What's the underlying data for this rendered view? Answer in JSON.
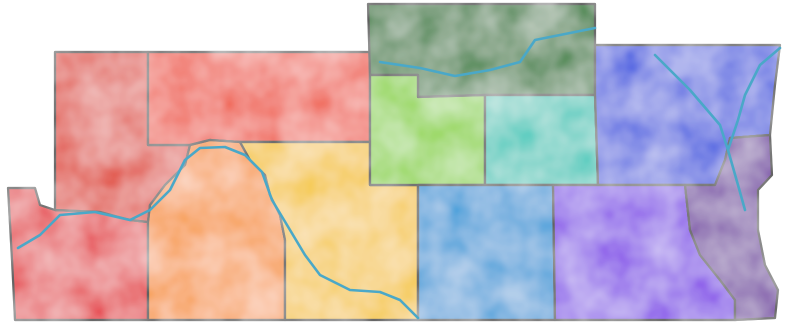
{
  "map": {
    "style": "watercolor rainbow choropleth",
    "outline_color": "#111111",
    "river_color": "#4aa8c8",
    "regions": [
      {
        "id": "r1",
        "color": "#e52530"
      },
      {
        "id": "r2",
        "color": "#e03a22"
      },
      {
        "id": "r3",
        "color": "#ef4626"
      },
      {
        "id": "r4",
        "color": "#f7931e"
      },
      {
        "id": "r5",
        "color": "#f5c518"
      },
      {
        "id": "r6",
        "color": "#1f7a2a"
      },
      {
        "id": "r7",
        "color": "#8cd43a"
      },
      {
        "id": "r8",
        "color": "#1fc7b8"
      },
      {
        "id": "r9",
        "color": "#1a98d8"
      },
      {
        "id": "r10",
        "color": "#2f4fe0"
      },
      {
        "id": "r11",
        "color": "#7a2fe8"
      },
      {
        "id": "r12",
        "color": "#6a1fa0"
      }
    ]
  }
}
